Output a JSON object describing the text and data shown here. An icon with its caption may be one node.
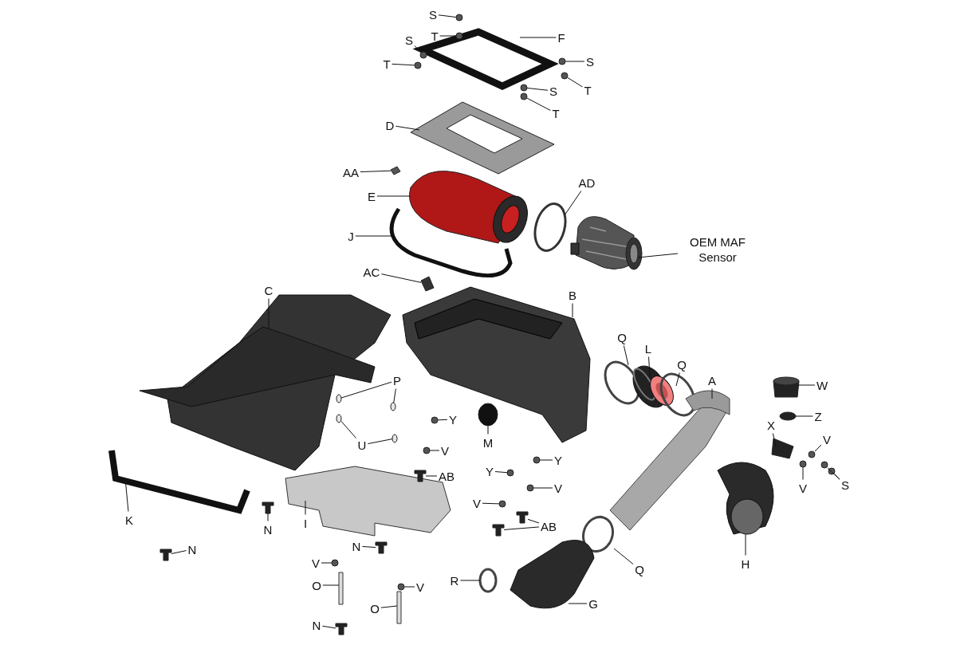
{
  "diagram": {
    "nodes": [
      {
        "text": [
          "S"
        ]
      },
      {
        "text": [
          "T"
        ]
      },
      {
        "text": [
          "F"
        ]
      },
      {
        "text": [
          "S"
        ]
      },
      {
        "text": [
          "T"
        ]
      },
      {
        "text": [
          "S"
        ]
      },
      {
        "text": [
          "T"
        ]
      },
      {
        "text": [
          "S"
        ]
      },
      {
        "text": [
          "T"
        ]
      },
      {
        "text": [
          "D"
        ]
      },
      {
        "text": [
          "AA"
        ]
      },
      {
        "text": [
          "E"
        ]
      },
      {
        "text": [
          "AD"
        ]
      },
      {
        "text": [
          "J"
        ]
      },
      {
        "text": [
          "OEM MAF Sensor"
        ]
      },
      {
        "text": [
          "AC"
        ]
      },
      {
        "text": [
          "C"
        ]
      },
      {
        "text": [
          "B"
        ]
      },
      {
        "text": [
          "Q"
        ]
      },
      {
        "text": [
          "L"
        ]
      },
      {
        "text": [
          "Q"
        ]
      },
      {
        "text": [
          "A"
        ]
      },
      {
        "text": [
          "W"
        ]
      },
      {
        "text": [
          "P"
        ]
      },
      {
        "text": [
          "Z"
        ]
      },
      {
        "text": [
          "Y"
        ]
      },
      {
        "text": [
          "X"
        ]
      },
      {
        "text": [
          "V"
        ]
      },
      {
        "text": [
          "U"
        ]
      },
      {
        "text": [
          "M"
        ]
      },
      {
        "text": [
          "V"
        ]
      },
      {
        "text": [
          "Y"
        ]
      },
      {
        "text": [
          "AB"
        ]
      },
      {
        "text": [
          "Y"
        ]
      },
      {
        "text": [
          "V"
        ]
      },
      {
        "text": [
          "S"
        ]
      },
      {
        "text": [
          "K"
        ]
      },
      {
        "text": [
          "V"
        ]
      },
      {
        "text": [
          "I"
        ]
      },
      {
        "text": [
          "V"
        ]
      },
      {
        "text": [
          "AB"
        ]
      },
      {
        "text": [
          "N"
        ]
      },
      {
        "text": [
          "N"
        ]
      },
      {
        "text": [
          "N"
        ]
      },
      {
        "text": [
          "Q"
        ]
      },
      {
        "text": [
          "H"
        ]
      },
      {
        "text": [
          "V"
        ]
      },
      {
        "text": [
          "R"
        ]
      },
      {
        "text": [
          "O"
        ]
      },
      {
        "text": [
          "V"
        ]
      },
      {
        "text": [
          "G"
        ]
      },
      {
        "text": [
          "O"
        ]
      },
      {
        "text": [
          "N"
        ]
      },
      {
        "text": [],
        "shape": "circle"
      },
      {
        "text": [],
        "shape": "circle"
      },
      {
        "text": [],
        "shape": "picture"
      },
      {
        "text": [],
        "shape": "circle"
      },
      {
        "text": [],
        "shape": "circle"
      },
      {
        "text": [],
        "shape": "circle"
      },
      {
        "text": [],
        "shape": "circle"
      },
      {
        "text": [],
        "shape": "circle"
      },
      {
        "text": [],
        "shape": "circle"
      },
      {
        "text": [],
        "shape": "picture"
      },
      {
        "text": [],
        "shape": "picture"
      },
      {
        "text": [],
        "shape": "picture"
      },
      {
        "text": [],
        "shape": "circle"
      },
      {
        "text": [],
        "shape": "picture"
      },
      {
        "text": [],
        "shape": "picture"
      },
      {
        "text": [],
        "shape": "picture"
      },
      {
        "text": [],
        "shape": "picture"
      },
      {
        "text": [],
        "shape": "picture"
      },
      {
        "text": [],
        "shape": "circle"
      },
      {
        "text": [],
        "shape": "picture"
      },
      {
        "text": [],
        "shape": "circle"
      },
      {
        "text": [],
        "shape": "picture"
      },
      {
        "text": [],
        "shape": "picture"
      },
      {
        "text": [],
        "shape": "circle"
      },
      {
        "text": [],
        "shape": "circle"
      },
      {
        "text": [],
        "shape": "circle"
      },
      {
        "text": [],
        "shape": "circle"
      },
      {
        "text": [],
        "shape": "picture"
      },
      {
        "text": [],
        "shape": "circle"
      },
      {
        "text": [],
        "shape": "circle"
      },
      {
        "text": [],
        "shape": "circle"
      },
      {
        "text": [],
        "shape": "circle"
      },
      {
        "text": [],
        "shape": "circle"
      },
      {
        "text": [],
        "shape": "circle"
      },
      {
        "text": [],
        "shape": "picture"
      },
      {
        "text": [],
        "shape": "circle"
      },
      {
        "text": [],
        "shape": "circle"
      },
      {
        "text": [],
        "shape": "circle"
      },
      {
        "text": [],
        "shape": "circle"
      },
      {
        "text": [],
        "shape": "picture"
      },
      {
        "text": [],
        "shape": "circle"
      },
      {
        "text": [],
        "shape": "picture"
      },
      {
        "text": [],
        "shape": "circle"
      },
      {
        "text": [],
        "shape": "picture"
      },
      {
        "text": [],
        "shape": "picture"
      },
      {
        "text": [],
        "shape": "picture"
      },
      {
        "text": [],
        "shape": "picture"
      },
      {
        "text": [],
        "shape": "picture"
      },
      {
        "text": [],
        "shape": "circle"
      },
      {
        "text": [],
        "shape": "picture"
      },
      {
        "text": [],
        "shape": "circle"
      },
      {
        "text": [],
        "shape": "circle"
      },
      {
        "text": [],
        "shape": "bar"
      },
      {
        "text": [],
        "shape": "circle"
      },
      {
        "text": [],
        "shape": "picture"
      },
      {
        "text": [],
        "shape": "bar"
      },
      {
        "text": [],
        "shape": "picture"
      }
    ],
    "edges": [
      {
        "from": 0,
        "to": 53,
        "arrow": "none"
      },
      {
        "from": 1,
        "to": 54,
        "arrow": "none"
      },
      {
        "from": 2,
        "to": 55,
        "arrow": "none"
      },
      {
        "from": 3,
        "to": 56,
        "arrow": "none"
      },
      {
        "from": 4,
        "to": 57,
        "arrow": "none"
      },
      {
        "from": 5,
        "to": 58,
        "arrow": "none"
      },
      {
        "from": 6,
        "to": 59,
        "arrow": "none"
      },
      {
        "from": 7,
        "to": 60,
        "arrow": "none"
      },
      {
        "from": 8,
        "to": 61,
        "arrow": "none"
      },
      {
        "from": 9,
        "to": 62,
        "arrow": "none"
      },
      {
        "from": 10,
        "to": 63,
        "arrow": "none"
      },
      {
        "from": 11,
        "to": 64,
        "arrow": "none"
      },
      {
        "from": 12,
        "to": 65,
        "arrow": "none"
      },
      {
        "from": 13,
        "to": 66,
        "arrow": "none"
      },
      {
        "from": 14,
        "to": 67,
        "arrow": "none"
      },
      {
        "from": 15,
        "to": 68,
        "arrow": "none"
      },
      {
        "from": 16,
        "to": 69,
        "arrow": "none"
      },
      {
        "from": 17,
        "to": 70,
        "arrow": "none"
      },
      {
        "from": 18,
        "to": 71,
        "arrow": "none"
      },
      {
        "from": 19,
        "to": 72,
        "arrow": "none"
      },
      {
        "from": 20,
        "to": 73,
        "arrow": "none"
      },
      {
        "from": 21,
        "to": 74,
        "arrow": "none"
      },
      {
        "from": 22,
        "to": 75,
        "arrow": "none"
      },
      {
        "from": 23,
        "to": 76,
        "arrow": "none"
      },
      {
        "from": 23,
        "to": 77,
        "arrow": "none"
      },
      {
        "from": 24,
        "to": 78,
        "arrow": "none"
      },
      {
        "from": 25,
        "to": 79,
        "arrow": "none"
      },
      {
        "from": 26,
        "to": 80,
        "arrow": "none"
      },
      {
        "from": 27,
        "to": 81,
        "arrow": "none"
      },
      {
        "from": 28,
        "to": 82,
        "arrow": "none"
      },
      {
        "from": 28,
        "to": 83,
        "arrow": "none"
      },
      {
        "from": 29,
        "to": 84,
        "arrow": "none"
      },
      {
        "from": 30,
        "to": 85,
        "arrow": "none"
      },
      {
        "from": 31,
        "to": 86,
        "arrow": "none"
      },
      {
        "from": 32,
        "to": 87,
        "arrow": "none"
      },
      {
        "from": 33,
        "to": 88,
        "arrow": "none"
      },
      {
        "from": 34,
        "to": 89,
        "arrow": "none"
      },
      {
        "from": 35,
        "to": 90,
        "arrow": "none"
      },
      {
        "from": 35,
        "to": 91,
        "arrow": "none"
      },
      {
        "from": 36,
        "to": 92,
        "arrow": "none"
      },
      {
        "from": 37,
        "to": 93,
        "arrow": "none"
      },
      {
        "from": 38,
        "to": 94,
        "arrow": "none"
      },
      {
        "from": 39,
        "to": 95,
        "arrow": "none"
      },
      {
        "from": 40,
        "to": 96,
        "arrow": "none"
      },
      {
        "from": 40,
        "to": 97,
        "arrow": "none"
      },
      {
        "from": 41,
        "to": 98,
        "arrow": "none"
      },
      {
        "from": 42,
        "to": 99,
        "arrow": "none"
      },
      {
        "from": 43,
        "to": 100,
        "arrow": "none"
      },
      {
        "from": 44,
        "to": 101,
        "arrow": "none"
      },
      {
        "from": 45,
        "to": 102,
        "arrow": "none"
      },
      {
        "from": 46,
        "to": 103,
        "arrow": "none"
      },
      {
        "from": 47,
        "to": 104,
        "arrow": "none"
      },
      {
        "from": 48,
        "to": 105,
        "arrow": "none"
      },
      {
        "from": 49,
        "to": 106,
        "arrow": "none"
      },
      {
        "from": 50,
        "to": 107,
        "arrow": "none"
      },
      {
        "from": 51,
        "to": 108,
        "arrow": "none"
      },
      {
        "from": 52,
        "to": 109,
        "arrow": "none"
      }
    ]
  }
}
